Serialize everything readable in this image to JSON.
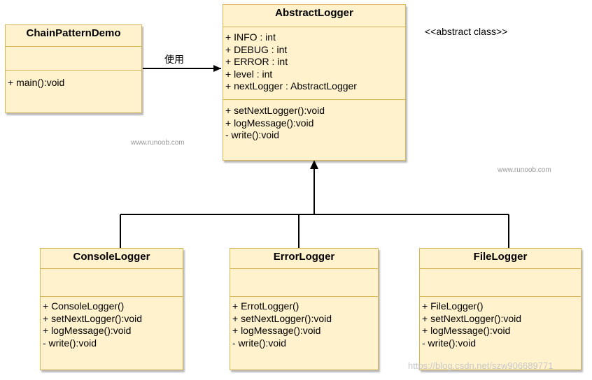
{
  "classes": {
    "demo": {
      "name": "ChainPatternDemo",
      "attributes": [],
      "methods": [
        "+ main():void"
      ]
    },
    "abstract": {
      "name": "AbstractLogger",
      "attributes": [
        "+ INFO : int",
        "+ DEBUG : int",
        "+ ERROR : int",
        "+ level : int",
        "+ nextLogger : AbstractLogger"
      ],
      "methods": [
        "+ setNextLogger():void",
        "+ logMessage():void",
        "- write():void"
      ]
    },
    "console": {
      "name": "ConsoleLogger",
      "attributes": [],
      "methods": [
        "+ ConsoleLogger()",
        "+ setNextLogger():void",
        "+ logMessage():void",
        "- write():void"
      ]
    },
    "error": {
      "name": "ErrorLogger",
      "attributes": [],
      "methods": [
        "+ ErrotLogger()",
        "+ setNextLogger():void",
        "+ logMessage():void",
        "- write():void"
      ]
    },
    "file": {
      "name": "FileLogger",
      "attributes": [],
      "methods": [
        "+ FileLogger()",
        "+ setNextLogger():void",
        "+ logMessage():void",
        "- write():void"
      ]
    }
  },
  "labels": {
    "uses": "使用",
    "stereotype": "<<abstract class>>"
  },
  "watermarks": {
    "left": "www.runoob.com",
    "right": "www.runoob.com",
    "bottom": "https://blog.csdn.net/szw906689771"
  },
  "colors": {
    "fill": "#fff2cc",
    "border": "#d6b656",
    "line": "#000000"
  }
}
